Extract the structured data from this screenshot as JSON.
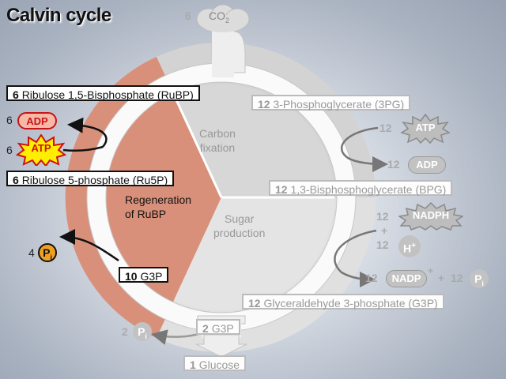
{
  "title": "Calvin cycle",
  "co2": {
    "count": "6",
    "label": "CO",
    "sub": "2"
  },
  "phases": {
    "fixation": [
      "Carbon",
      "fixation"
    ],
    "production": [
      "Sugar",
      "production"
    ],
    "regeneration": [
      "Regeneration",
      "of RuBP"
    ]
  },
  "boxes": {
    "rubp": {
      "num": "6",
      "label": "Ribulose 1,5-Bisphosphate (RuBP)"
    },
    "pg3": {
      "num": "12",
      "label": "3-Phosphoglycerate (3PG)"
    },
    "ru5p": {
      "num": "6",
      "label": "Ribulose 5-phosphate (Ru5P)"
    },
    "bpg": {
      "num": "12",
      "label": "1,3-Bisphosphoglycerate (BPG)"
    },
    "g3p10": {
      "num": "10",
      "label": "G3P"
    },
    "g3p12": {
      "num": "12",
      "label": "Glyceraldehyde 3-phosphate (G3P)"
    },
    "g3p2": {
      "num": "2",
      "label": "G3P"
    },
    "glucose": {
      "num": "1",
      "label": "Glucose"
    }
  },
  "cofactors": {
    "adp_left": {
      "count": "6",
      "label": "ADP"
    },
    "atp_left": {
      "count": "6",
      "label": "ATP"
    },
    "pi_left": {
      "count": "4",
      "label": "P",
      "sub": "i"
    },
    "atp_right": {
      "count": "12",
      "label": "ATP"
    },
    "adp_right": {
      "count": "12",
      "label": "ADP"
    },
    "nadph": {
      "count": "12",
      "label": "NADPH"
    },
    "plus1": "+",
    "h": {
      "count": "12",
      "label": "H",
      "sup": "+"
    },
    "nadp": {
      "count": "12",
      "label": "NADP",
      "sup": "+"
    },
    "plus2": "+",
    "pi_right": {
      "count": "12",
      "label": "P",
      "sub": "i"
    },
    "pi_bottom": {
      "count": "2",
      "label": "P",
      "sub": "i"
    }
  },
  "colors": {
    "regeneration": "#d9907a",
    "fixation": "#d6d6d6",
    "production": "#e2e2e2",
    "adp_fill": "#f6b9a8",
    "adp_text": "#c81414",
    "atp_fill": "#ffee00",
    "atp_text": "#d01010",
    "pi_fill": "#f0a020"
  }
}
